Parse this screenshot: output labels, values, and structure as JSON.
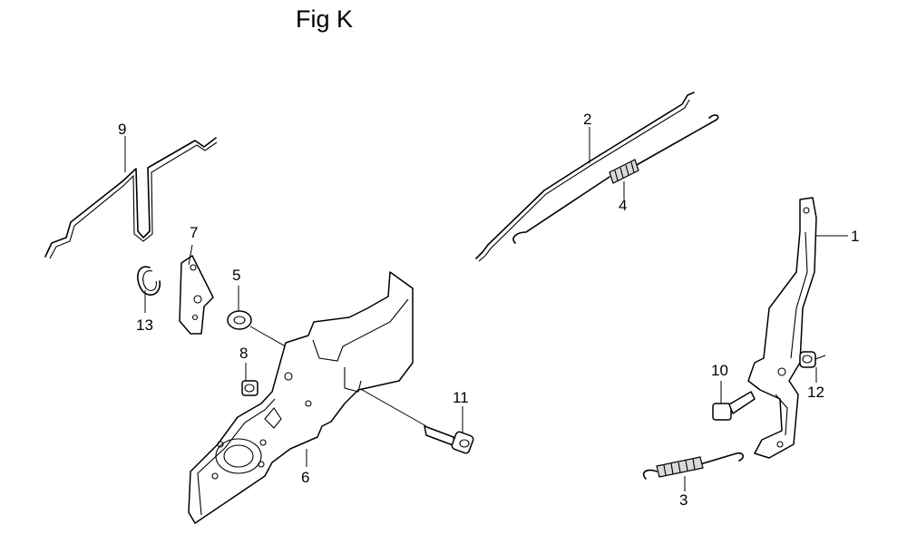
{
  "figure": {
    "title": "Fig K"
  },
  "callouts": [
    {
      "id": "1",
      "label": "1",
      "part": "governor-arm"
    },
    {
      "id": "2",
      "label": "2",
      "part": "throttle-rod"
    },
    {
      "id": "3",
      "label": "3",
      "part": "governor-spring"
    },
    {
      "id": "4",
      "label": "4",
      "part": "throttle-return-spring"
    },
    {
      "id": "5",
      "label": "5",
      "part": "washer"
    },
    {
      "id": "6",
      "label": "6",
      "part": "control-base-plate"
    },
    {
      "id": "7",
      "label": "7",
      "part": "lever-plate"
    },
    {
      "id": "8",
      "label": "8",
      "part": "nut"
    },
    {
      "id": "9",
      "label": "9",
      "part": "choke-rod"
    },
    {
      "id": "10",
      "label": "10",
      "part": "arm-bolt"
    },
    {
      "id": "11",
      "label": "11",
      "part": "flange-bolt"
    },
    {
      "id": "12",
      "label": "12",
      "part": "arm-nut"
    },
    {
      "id": "13",
      "label": "13",
      "part": "circlip"
    }
  ]
}
